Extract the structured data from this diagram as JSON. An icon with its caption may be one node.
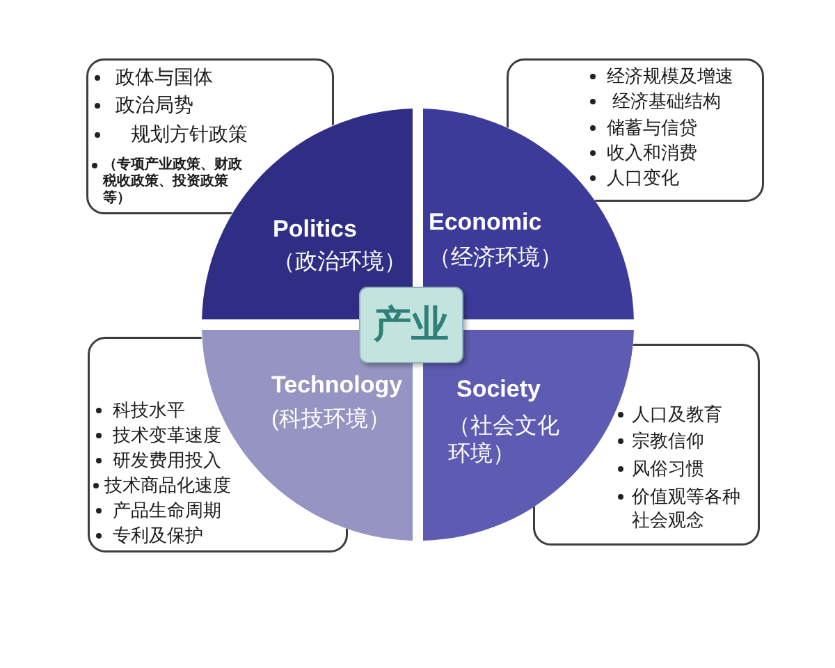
{
  "diagram": {
    "nodes": [
      {
        "text": [
          "政体与国体",
          "政治局势",
          "规划方针政策",
          "（专项产业政策、财政税收政策、投资政策等）"
        ]
      },
      {
        "text": [
          "Politics",
          "（政治环境）"
        ]
      },
      {
        "text": [
          "Economic",
          "（经济环境）"
        ]
      },
      {
        "text": [
          "经济规模及增速",
          "经济基础结构",
          "储蓄与信贷",
          "收入和消费",
          "人口变化"
        ]
      },
      {
        "text": [
          "产业"
        ]
      },
      {
        "text": [
          "科技水平",
          "技术变革速度",
          "研发费用投入",
          "技术商品化速度",
          "产品生命周期",
          "专利及保护"
        ]
      },
      {
        "text": [
          "Technology",
          "(科技环境）"
        ]
      },
      {
        "text": [
          "Society",
          "（社会文化环境）"
        ]
      },
      {
        "text": [
          "人口及教育",
          "宗教信仰",
          "风俗习惯",
          "价值观等各种社会观念"
        ]
      }
    ]
  }
}
